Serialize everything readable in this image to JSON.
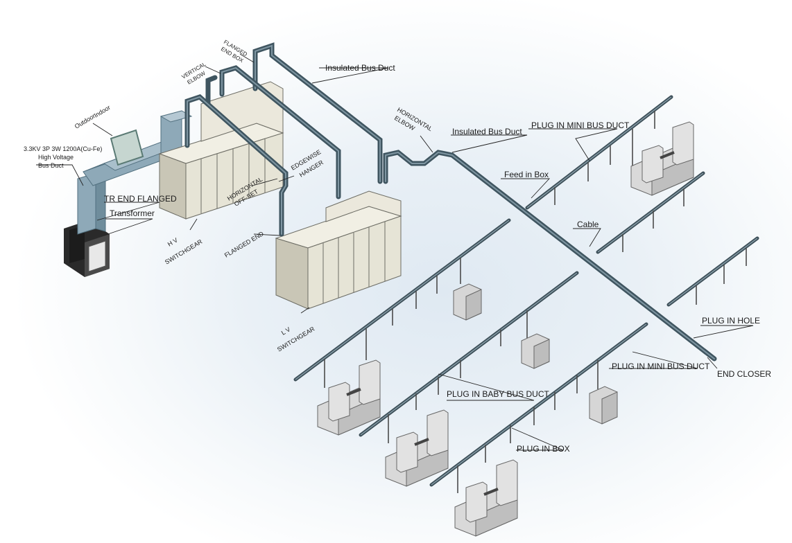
{
  "labels": {
    "hv_spec_line1": "3.3KV 3P 3W 1200A(Cu-Fe)",
    "hv_spec_line2": "High Voltage",
    "hv_spec_line3": "Bus Duct",
    "outdoor": "Outdoor",
    "indoor": "Indoor",
    "tr_end_flanged": "TR END FLANGED",
    "transformer": "Transformer",
    "vertical_elbow_1": "VERTICAL",
    "vertical_elbow_2": "ELBOW",
    "flanged_end_box_1": "FLANGED",
    "flanged_end_box_2": "END BOX",
    "insulated_bus_duct_top": "Insulated Bus Duct",
    "horizontal_elbow_1": "HORIZONTAL",
    "horizontal_elbow_2": "ELBOW",
    "insulated_bus_duct_mid": "Insulated Bus Duct",
    "edgewise_hanger_1": "EDGEWISE",
    "edgewise_hanger_2": "HANGER",
    "horizontal_offset_1": "HORIZONTAL",
    "horizontal_offset_2": "OFF-SET",
    "flanged_end": "FLANGED END",
    "hv_switchgear_1": "H V",
    "hv_switchgear_2": "SWITCHGEAR",
    "lv_switchgear_1": "L V",
    "lv_switchgear_2": "SWITCHGEAR",
    "plug_in_mini_bus_duct_top": "PLUG IN MINI BUS DUCT",
    "feed_in_box": "Feed in Box",
    "cable": "Cable",
    "plug_in_hole": "PLUG IN HOLE",
    "plug_in_mini_bus_duct_right": "PLUG IN MINI BUS DUCT",
    "end_closer": "END CLOSER",
    "plug_in_baby_bus_duct": "PLUG IN BABY BUS DUCT",
    "plug_in_box": "PLUG IN BOX"
  },
  "colors": {
    "duct": "#3f5560",
    "switchgear": "#e6e4d6",
    "hv_duct": "#8ea9b8",
    "background_tint": "#dfe9f2"
  }
}
